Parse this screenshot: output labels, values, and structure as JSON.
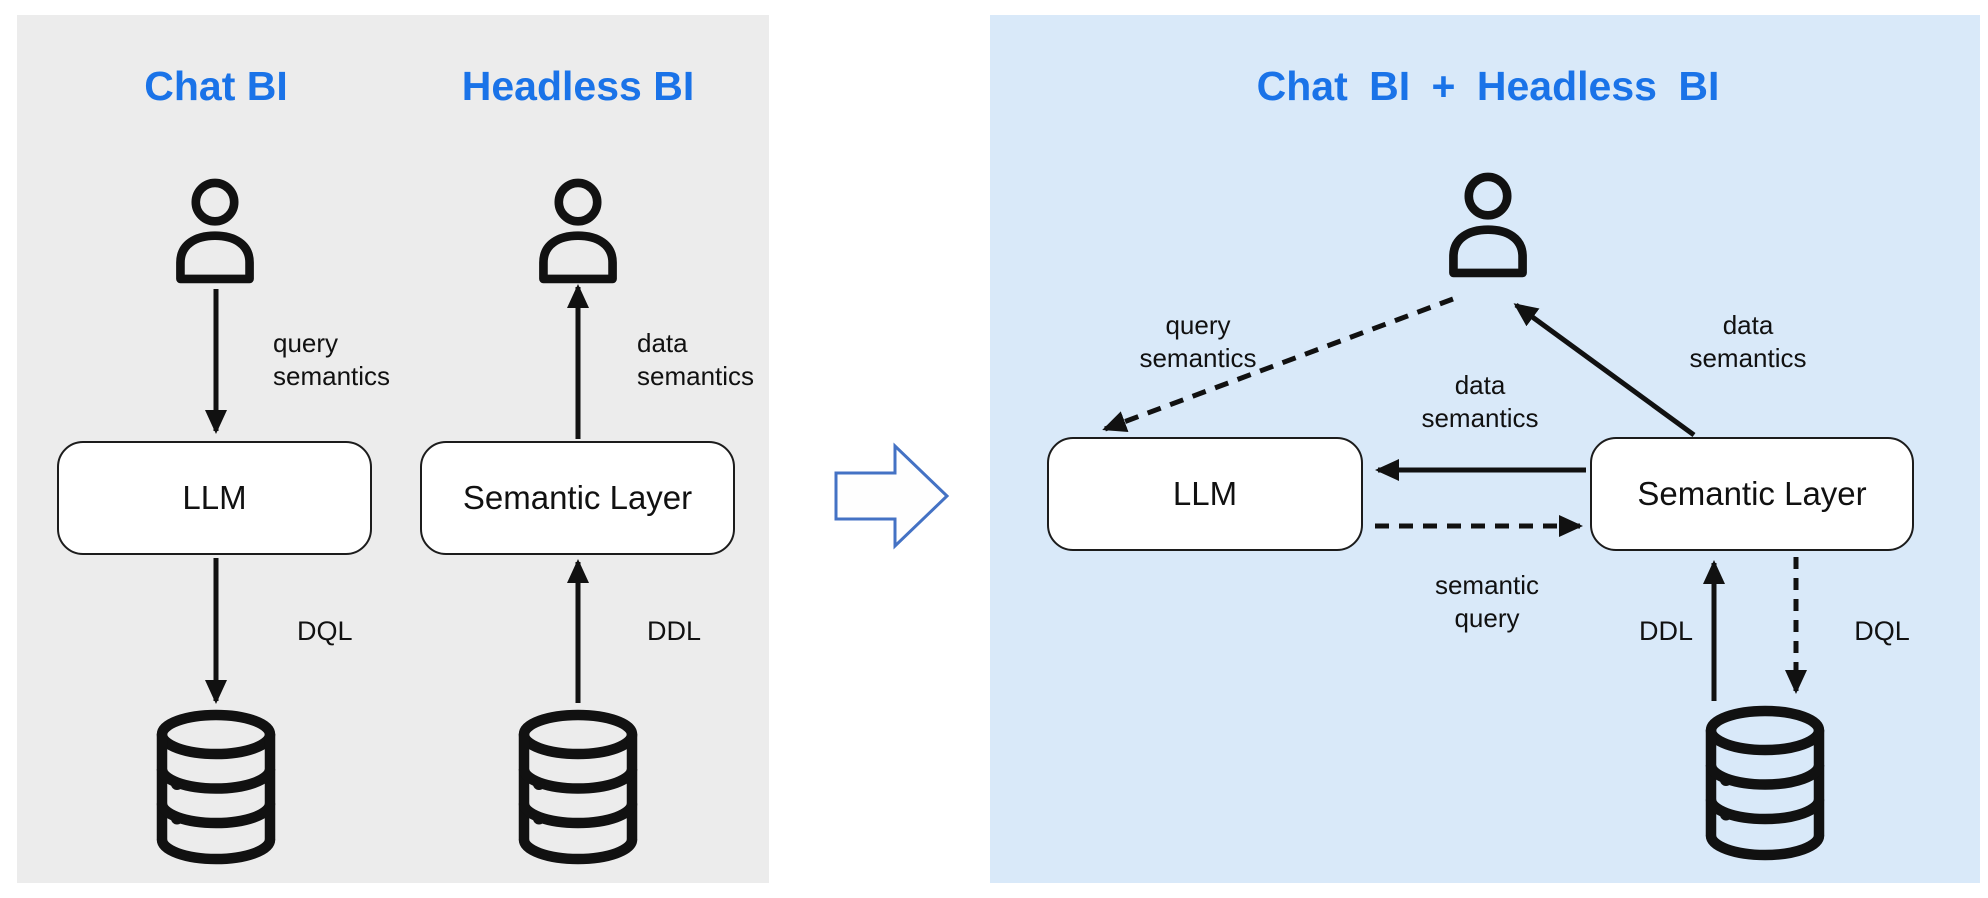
{
  "colors": {
    "title_blue": "#1a73e8",
    "left_panel_bg": "#ececec",
    "right_panel_bg": "#d9e9f9",
    "transform_arrow_outline": "#4472c4",
    "diagram_ink": "#111111"
  },
  "left_panel": {
    "columns": [
      {
        "title": "Chat BI",
        "box_label": "LLM",
        "top_arrow_label": "query\nsemantics",
        "bottom_arrow_label": "DQL"
      },
      {
        "title": "Headless BI",
        "box_label": "Semantic Layer",
        "top_arrow_label": "data\nsemantics",
        "bottom_arrow_label": "DDL"
      }
    ]
  },
  "right_panel": {
    "title": "Chat BI + Headless BI",
    "llm_box_label": "LLM",
    "semantic_layer_box_label": "Semantic Layer",
    "labels": {
      "query_semantics": "query\nsemantics",
      "data_semantics_user": "data\nsemantics",
      "data_semantics_mid": "data\nsemantics",
      "semantic_query": "semantic\nquery",
      "ddl": "DDL",
      "dql": "DQL"
    }
  }
}
